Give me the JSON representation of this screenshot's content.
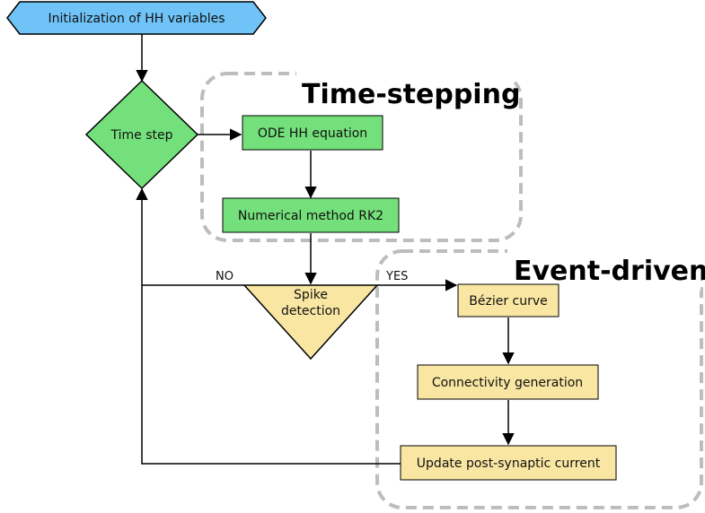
{
  "groups": {
    "time_stepping": {
      "title": "Time-stepping"
    },
    "event_driven": {
      "title": "Event-driven"
    }
  },
  "nodes": {
    "init": {
      "label": "Initialization of HH variables"
    },
    "time_step": {
      "label": "Time step"
    },
    "ode": {
      "label": "ODE HH equation"
    },
    "rk2": {
      "label": "Numerical method RK2"
    },
    "spike_line1": {
      "label": "Spike"
    },
    "spike_line2": {
      "label": "detection"
    },
    "bezier": {
      "label": "Bézier curve"
    },
    "connectivity": {
      "label": "Connectivity generation"
    },
    "update": {
      "label": "Update post-synaptic current"
    }
  },
  "edges": {
    "no_label": "NO",
    "yes_label": "YES"
  },
  "colors": {
    "hexagon_fill": "#6fc3f7",
    "green_fill": "#74e07b",
    "yellow_fill": "#f8e6a2",
    "group_border": "#bdbdbd",
    "stroke": "#000000"
  }
}
